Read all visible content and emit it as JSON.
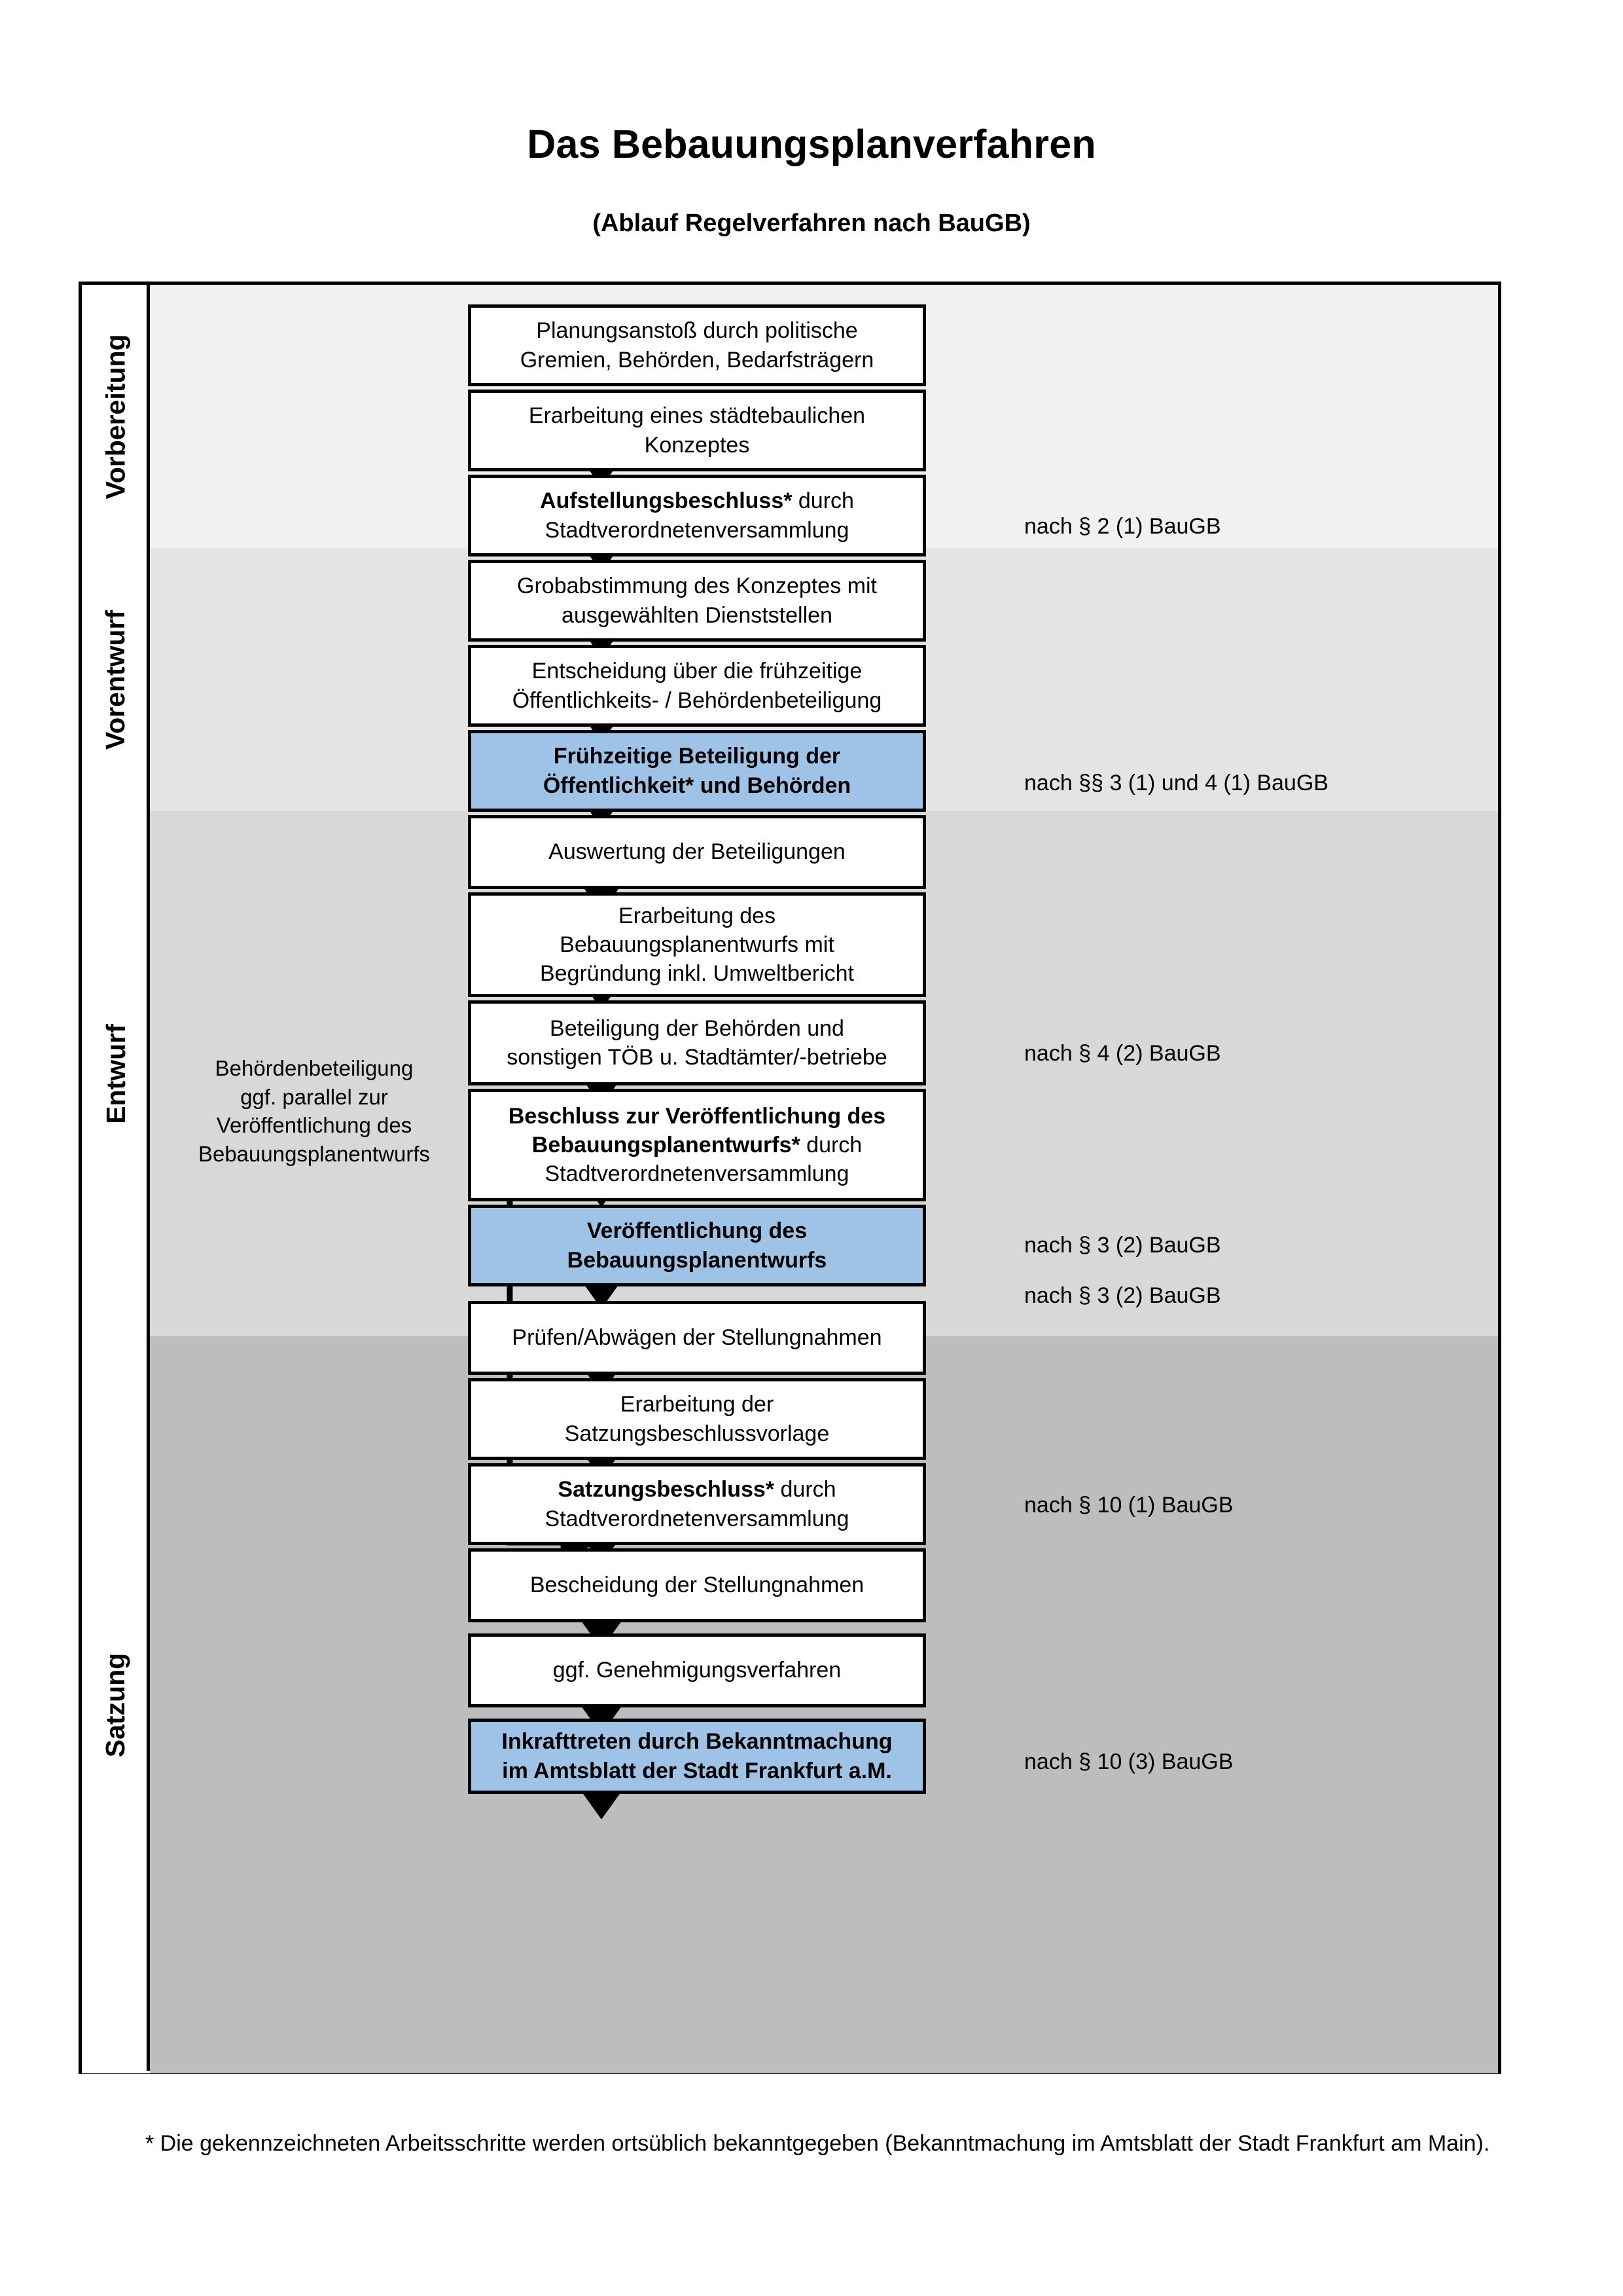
{
  "header": {
    "title": "Das Bebauungsplanverfahren",
    "subtitle": "(Ablauf Regelverfahren nach BauGB)"
  },
  "colors": {
    "highlight_blue": "#9EC3E6",
    "band_vorbereitung": "#F1F1F1",
    "band_vorentwurf": "#E4E4E4",
    "band_entwurf": "#D8D8D8",
    "band_satzung": "#BDBDBD",
    "outline": "#000000"
  },
  "phases": [
    {
      "label": "Vorbereitung"
    },
    {
      "label": "Vorentwurf"
    },
    {
      "label": "Entwurf"
    },
    {
      "label": "Satzung"
    }
  ],
  "steps": [
    {
      "id": "planungsanstoss",
      "phase": "Vorbereitung",
      "highlight": false,
      "lines": [
        "Planungsanstoß durch politische",
        "Gremien, Behörden, Bedarfsträgern"
      ]
    },
    {
      "id": "staedtebauliches-konzept",
      "phase": "Vorbereitung",
      "highlight": false,
      "lines": [
        "Erarbeitung eines städtebaulichen",
        "Konzeptes"
      ]
    },
    {
      "id": "aufstellungsbeschluss",
      "phase": "Vorbereitung",
      "highlight": false,
      "bold_prefix": "Aufstellungsbeschluss*",
      "rest_first_line": " durch",
      "lines": [
        "Aufstellungsbeschluss* durch",
        "Stadtverordnetenversammlung"
      ]
    },
    {
      "id": "grobabstimmung",
      "phase": "Vorentwurf",
      "highlight": false,
      "lines": [
        "Grobabstimmung des Konzeptes mit",
        "ausgewählten Dienststellen"
      ]
    },
    {
      "id": "entscheidung-fruehzeitige",
      "phase": "Vorentwurf",
      "highlight": false,
      "lines": [
        "Entscheidung über die frühzeitige",
        "Öffentlichkeits- / Behördenbeteiligung"
      ]
    },
    {
      "id": "fruehzeitige-beteiligung",
      "phase": "Vorentwurf",
      "highlight": true,
      "lines": [
        "Frühzeitige Beteiligung der",
        "Öffentlichkeit* und Behörden"
      ]
    },
    {
      "id": "auswertung-beteiligungen",
      "phase": "Entwurf",
      "highlight": false,
      "lines": [
        "Auswertung der Beteiligungen"
      ]
    },
    {
      "id": "erarbeitung-bplanentwurf",
      "phase": "Entwurf",
      "highlight": false,
      "lines": [
        "Erarbeitung des",
        "Bebauungsplanentwurfs mit",
        "Begründung inkl. Umweltbericht"
      ]
    },
    {
      "id": "beteiligung-behoerden-toeb",
      "phase": "Entwurf",
      "highlight": false,
      "lines": [
        "Beteiligung der Behörden und",
        "sonstigen TÖB u. Stadtämter/-betriebe"
      ]
    },
    {
      "id": "beschluss-veroeffentlichung",
      "phase": "Entwurf",
      "highlight": false,
      "bold_prefix": "Beschluss zur Veröffentlichung des Bebauungsplanentwurfs*",
      "lines": [
        "Beschluss zur Veröffentlichung des",
        "Bebauungsplanentwurfs* durch",
        "Stadtverordnetenversammlung"
      ]
    },
    {
      "id": "veroeffentlichung-bplanentwurf",
      "phase": "Entwurf",
      "highlight": true,
      "lines": [
        "Veröffentlichung des",
        "Bebauungsplanentwurfs"
      ]
    },
    {
      "id": "pruefen-abwaegen",
      "phase": "Satzung",
      "highlight": false,
      "lines": [
        "Prüfen/Abwägen der Stellungnahmen"
      ]
    },
    {
      "id": "erarbeitung-satzungsbeschlussvorlage",
      "phase": "Satzung",
      "highlight": false,
      "lines": [
        "Erarbeitung der",
        "Satzungsbeschlussvorlage"
      ]
    },
    {
      "id": "satzungsbeschluss",
      "phase": "Satzung",
      "highlight": false,
      "bold_prefix": "Satzungsbeschluss*",
      "lines": [
        "Satzungsbeschluss* durch",
        "Stadtverordnetenversammlung"
      ]
    },
    {
      "id": "bescheidung-stellungnahmen",
      "phase": "Satzung",
      "highlight": false,
      "lines": [
        "Bescheidung der Stellungnahmen"
      ]
    },
    {
      "id": "genehmigungsverfahren",
      "phase": "Satzung",
      "highlight": false,
      "lines": [
        "ggf. Genehmigungsverfahren"
      ]
    },
    {
      "id": "inkrafttreten",
      "phase": "Satzung",
      "highlight": true,
      "bold_prefix": "Inkrafttreten",
      "lines": [
        "Inkrafttreten durch Bekanntmachung",
        "im Amtsblatt der Stadt Frankfurt a.M."
      ]
    }
  ],
  "citations": [
    {
      "id": "cite-par2-1",
      "text": "nach § 2 (1) BauGB"
    },
    {
      "id": "cite-par3-1-4-1",
      "text": "nach §§ 3 (1) und 4 (1) BauGB"
    },
    {
      "id": "cite-par4-2",
      "text": "nach § 4 (2) BauGB"
    },
    {
      "id": "cite-par3-2-a",
      "text": "nach § 3 (2) BauGB"
    },
    {
      "id": "cite-par3-2-b",
      "text": "nach § 3 (2) BauGB"
    },
    {
      "id": "cite-par10-1",
      "text": "nach § 10 (1) BauGB"
    },
    {
      "id": "cite-par10-3",
      "text": "nach § 10 (3) BauGB"
    }
  ],
  "sidenote": {
    "lines": [
      "Behördenbeteiligung",
      "ggf. parallel zur",
      "Veröffentlichung des",
      "Bebauungsplanentwurfs"
    ]
  },
  "footnote": {
    "text": "* Die gekennzeichneten Arbeitsschritte werden ortsüblich bekanntgegeben (Bekanntmachung im Amtsblatt  der Stadt Frankfurt am Main)."
  }
}
